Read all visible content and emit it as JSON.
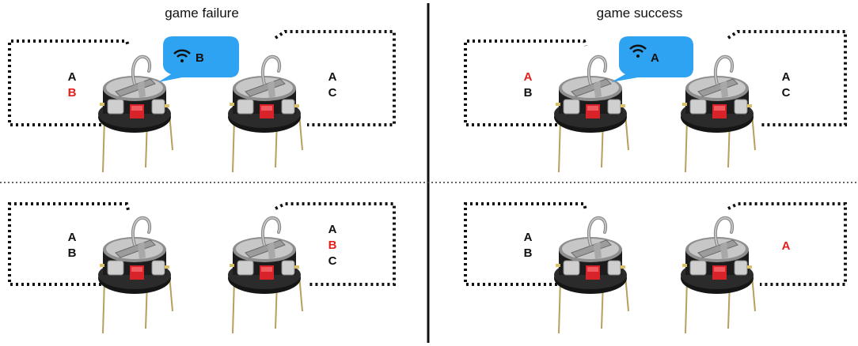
{
  "colors": {
    "text": "#111111",
    "highlight": "#e0201b",
    "bubble": "#2ea3f2",
    "robot_body": "#1a1a1a",
    "robot_top": "#b9b9b9",
    "button": "#d8232a"
  },
  "titles": {
    "left": "game failure",
    "right": "game success"
  },
  "panels": {
    "failure_top": {
      "left_robot": {
        "lines": [
          {
            "text": "A",
            "color": "#111111"
          },
          {
            "text": "B",
            "color": "#e0201b"
          }
        ]
      },
      "right_robot": {
        "lines": [
          {
            "text": "A",
            "color": "#111111"
          },
          {
            "text": "C",
            "color": "#111111"
          }
        ]
      },
      "bubble": {
        "icon": "wifi-icon",
        "text": "B"
      }
    },
    "failure_bottom": {
      "left_robot": {
        "lines": [
          {
            "text": "A",
            "color": "#111111"
          },
          {
            "text": "B",
            "color": "#111111"
          }
        ]
      },
      "right_robot": {
        "lines": [
          {
            "text": "A",
            "color": "#111111"
          },
          {
            "text": "B",
            "color": "#e0201b"
          },
          {
            "text": "C",
            "color": "#111111"
          }
        ]
      }
    },
    "success_top": {
      "left_robot": {
        "lines": [
          {
            "text": "A",
            "color": "#e0201b"
          },
          {
            "text": "B",
            "color": "#111111"
          }
        ]
      },
      "right_robot": {
        "lines": [
          {
            "text": "A",
            "color": "#111111"
          },
          {
            "text": "C",
            "color": "#111111"
          }
        ]
      },
      "bubble": {
        "icon": "wifi-icon",
        "text": "A"
      }
    },
    "success_bottom": {
      "left_robot": {
        "lines": [
          {
            "text": "A",
            "color": "#111111"
          },
          {
            "text": "B",
            "color": "#111111"
          }
        ]
      },
      "right_robot": {
        "lines": [
          {
            "text": "A",
            "color": "#e0201b"
          }
        ]
      }
    }
  }
}
